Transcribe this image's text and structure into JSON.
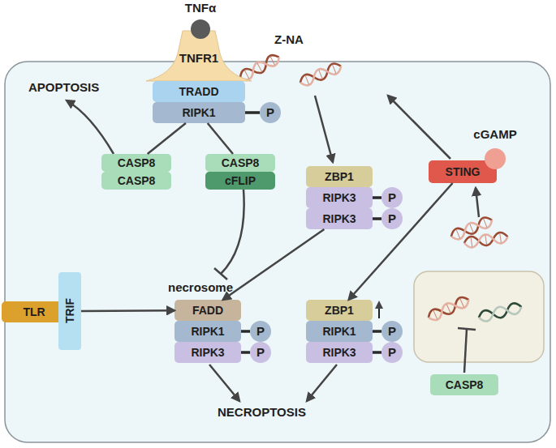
{
  "diagram": {
    "nodes": [
      {
        "text": [
          "TNFα"
        ]
      },
      {
        "text": [
          "TNFR1"
        ]
      },
      {
        "text": [
          "TRADD"
        ]
      },
      {
        "text": [
          "RIPK1"
        ]
      },
      {
        "text": [
          "P"
        ]
      },
      {
        "text": [
          "CASP8"
        ]
      },
      {
        "text": [
          "CASP8"
        ]
      },
      {
        "text": [
          "CASP8"
        ]
      },
      {
        "text": [
          "cFLIP"
        ]
      },
      {
        "text": [
          "ZBP1"
        ]
      },
      {
        "text": [
          "RIPK3"
        ]
      },
      {
        "text": [
          "P"
        ]
      },
      {
        "text": [
          "RIPK3"
        ]
      },
      {
        "text": [
          "P"
        ]
      },
      {
        "text": [
          "STING"
        ]
      },
      {
        "text": [
          "cGAMP"
        ]
      },
      {
        "text": [
          "TLR"
        ]
      },
      {
        "text": [
          "TRIF"
        ]
      },
      {
        "text": [
          "FADD"
        ]
      },
      {
        "text": [
          "RIPK1"
        ]
      },
      {
        "text": [
          "P"
        ]
      },
      {
        "text": [
          "RIPK3"
        ]
      },
      {
        "text": [
          "P"
        ]
      },
      {
        "text": [
          "ZBP1"
        ]
      },
      {
        "text": [
          "RIPK1"
        ]
      },
      {
        "text": [
          "P"
        ]
      },
      {
        "text": [
          "RIPK3"
        ]
      },
      {
        "text": [
          "P"
        ]
      },
      {
        "text": [
          "CASP8"
        ]
      }
    ],
    "edges": [
      {
        "from": 3,
        "to": 5,
        "arrow": "none"
      },
      {
        "from": 3,
        "to": 7,
        "arrow": "none"
      },
      {
        "from": 3,
        "to": 4,
        "arrow": "none"
      },
      {
        "from": 10,
        "to": 11,
        "arrow": "none"
      },
      {
        "from": 12,
        "to": 13,
        "arrow": "none"
      },
      {
        "from": 12,
        "to": 18,
        "arrow": "to"
      },
      {
        "from": 17,
        "to": 18,
        "arrow": "to"
      },
      {
        "from": 14,
        "to": 23,
        "arrow": "to"
      },
      {
        "from": 19,
        "to": 20,
        "arrow": "none"
      },
      {
        "from": 21,
        "to": 22,
        "arrow": "none"
      },
      {
        "from": 24,
        "to": 25,
        "arrow": "none"
      },
      {
        "from": 26,
        "to": 27,
        "arrow": "none"
      }
    ],
    "labels": [
      "APOPTOSIS",
      "Z-NA",
      "necrosome",
      "NECROPTOSIS"
    ]
  }
}
